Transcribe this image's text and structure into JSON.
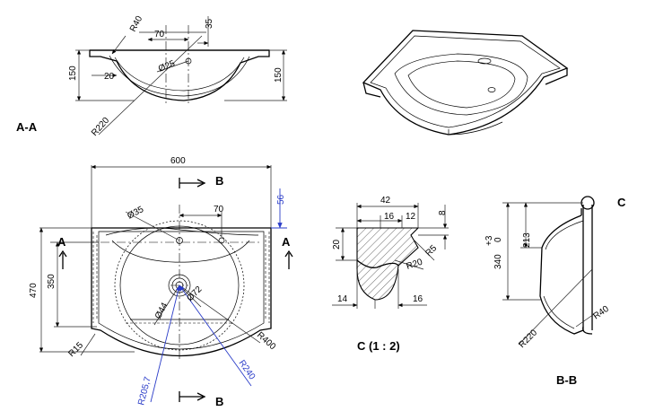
{
  "views": {
    "aa": {
      "title": "A-A",
      "dims": {
        "r40": "R40",
        "d70": "70",
        "d35": "35",
        "dia25": "Ø25",
        "h150_left": "150",
        "h150_right": "150",
        "d20": "20",
        "r220": "R220"
      }
    },
    "front": {
      "dims": {
        "w600": "600",
        "d56": "56",
        "dia35": "Ø35",
        "d70": "70",
        "h470": "470",
        "h350": "350",
        "dia44": "Ø44",
        "dia72": "Ø72",
        "r15": "R15",
        "r400": "R400",
        "r2057": "R205,7",
        "r240": "R240"
      },
      "section_marks": {
        "a_left": "A",
        "a_right": "A",
        "b_top": "B",
        "b_bottom": "B"
      }
    },
    "c": {
      "title": "C (1 : 2)",
      "callout": "C",
      "dims": {
        "d42": "42",
        "d16a": "16",
        "d12": "12",
        "d8": "8",
        "d20": "20",
        "r5": "R5",
        "r20": "R20",
        "d14": "14",
        "d16b": "16"
      }
    },
    "bb": {
      "title": "B-B",
      "dims": {
        "tol": "+3",
        "tol0": "0",
        "d213": "213",
        "d340": "340",
        "r220": "R220",
        "r40": "R40"
      }
    }
  },
  "colors": {
    "line": "#000000",
    "accent": "#2a3cc8"
  }
}
